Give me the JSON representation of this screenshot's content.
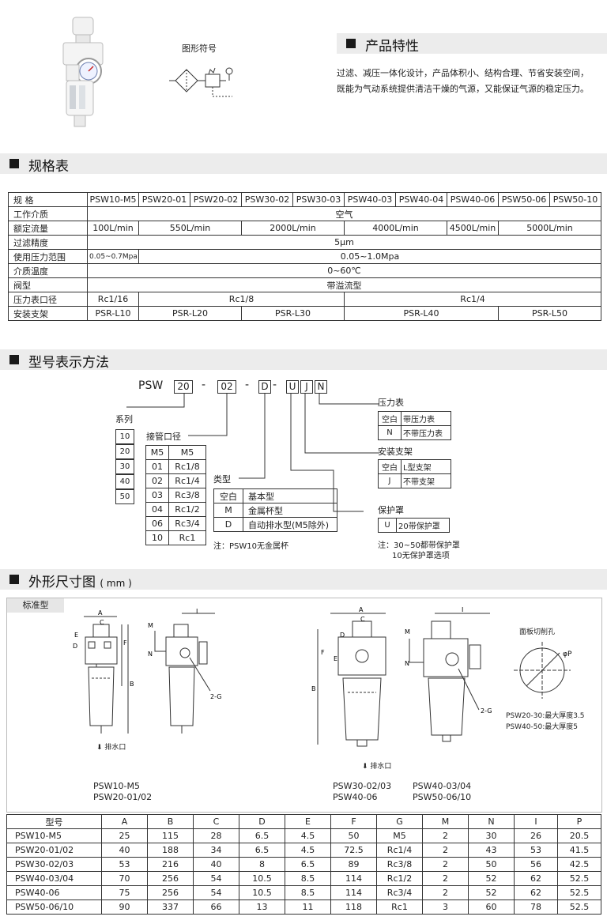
{
  "header": {
    "symbol_caption": "图形符号",
    "features_title": "产品特性",
    "features_text_1": "过滤、减压一体化设计，产品体积小、结构合理、节省安装空间，",
    "features_text_2": "既能为气动系统提供清洁干燥的气源，又能保证气源的稳定压力。"
  },
  "spec": {
    "title": "规格表",
    "corner": "规 格",
    "models": [
      "PSW10-M5",
      "PSW20-01",
      "PSW20-02",
      "PSW30-02",
      "PSW30-03",
      "PSW40-03",
      "PSW40-04",
      "PSW40-06",
      "PSW50-06",
      "PSW50-10"
    ],
    "rows": {
      "medium_label": "工作介质",
      "medium": "空气",
      "flow_label": "额定流量",
      "flow": [
        "100L/min",
        "550L/min",
        "2000L/min",
        "4000L/min",
        "4500L/min",
        "5000L/min"
      ],
      "filter_label": "过滤精度",
      "filter": "5μm",
      "pressure_label": "使用压力范围",
      "pressure_m5": "0.05~0.7Mpa",
      "pressure": "0.05~1.0Mpa",
      "temp_label": "介质温度",
      "temp": "0~60℃",
      "valve_label": "阀型",
      "valve": "带溢流型",
      "gauge_label": "压力表口径",
      "gauge": [
        "Rc1/16",
        "Rc1/8",
        "Rc1/4"
      ],
      "bracket_label": "安装支架",
      "bracket": [
        "PSR-L10",
        "PSR-L20",
        "PSR-L30",
        "PSR-L40",
        "PSR-L50"
      ]
    }
  },
  "model": {
    "title": "型号表示方法",
    "code": {
      "prefix": "PSW",
      "series": "20",
      "port": "02",
      "type": "D",
      "cover": "U",
      "bracket": "J",
      "gauge": "N",
      "dash": "-"
    },
    "series_label": "系列",
    "series_values": [
      "10",
      "20",
      "30",
      "40",
      "50"
    ],
    "port_label": "接管口径",
    "ports": [
      [
        "M5",
        "M5"
      ],
      [
        "01",
        "Rc1/8"
      ],
      [
        "02",
        "Rc1/4"
      ],
      [
        "03",
        "Rc3/8"
      ],
      [
        "04",
        "Rc1/2"
      ],
      [
        "06",
        "Rc3/4"
      ],
      [
        "10",
        "Rc1"
      ]
    ],
    "type_label": "类型",
    "types": [
      [
        "空白",
        "基本型"
      ],
      [
        "M",
        "金属杯型"
      ],
      [
        "D",
        "自动排水型(M5除外)"
      ]
    ],
    "type_note": "注：PSW10无金属杯",
    "gauge_label": "压力表",
    "gauges": [
      [
        "空白",
        "带压力表"
      ],
      [
        "N",
        "不带压力表"
      ]
    ],
    "bracket_label": "安装支架",
    "brackets": [
      [
        "空白",
        "L型支架"
      ],
      [
        "J",
        "不带支架"
      ]
    ],
    "cover_label": "保护罩",
    "covers": [
      [
        "U",
        "20带保护罩"
      ]
    ],
    "cover_note_1": "注：30~50都带保护罩",
    "cover_note_2": "10无保护罩选项"
  },
  "dims": {
    "title": "外形尺寸图",
    "unit": "( mm )",
    "std_label": "标准型",
    "drain": "排水口",
    "panel_cut": "面板切削孔",
    "thick_1": "PSW20-30:最大厚度3.5",
    "thick_2": "PSW40-50:最大厚度5",
    "label_small_1": "PSW10-M5",
    "label_small_2": "PSW20-01/02",
    "label_mid_1": "PSW30-02/03",
    "label_mid_2": "PSW40-06",
    "label_big_1": "PSW40-03/04",
    "label_big_2": "PSW50-06/10",
    "letters": {
      "A": "A",
      "B": "B",
      "C": "C",
      "D": "D",
      "E": "E",
      "F": "F",
      "M": "M",
      "N": "N",
      "I": "I",
      "G": "2-G",
      "P": "P"
    },
    "header": [
      "型号",
      "A",
      "B",
      "C",
      "D",
      "E",
      "F",
      "G",
      "M",
      "N",
      "I",
      "P"
    ],
    "rows": [
      [
        "PSW10-M5",
        "25",
        "115",
        "28",
        "6.5",
        "4.5",
        "50",
        "M5",
        "2",
        "30",
        "26",
        "20.5"
      ],
      [
        "PSW20-01/02",
        "40",
        "188",
        "34",
        "6.5",
        "4.5",
        "72.5",
        "Rc1/4",
        "2",
        "43",
        "53",
        "41.5"
      ],
      [
        "PSW30-02/03",
        "53",
        "216",
        "40",
        "8",
        "6.5",
        "89",
        "Rc3/8",
        "2",
        "50",
        "56",
        "42.5"
      ],
      [
        "PSW40-03/04",
        "70",
        "256",
        "54",
        "10.5",
        "8.5",
        "114",
        "Rc1/2",
        "2",
        "52",
        "62",
        "52.5"
      ],
      [
        "PSW40-06",
        "75",
        "256",
        "54",
        "10.5",
        "8.5",
        "114",
        "Rc3/4",
        "2",
        "52",
        "62",
        "52.5"
      ],
      [
        "PSW50-06/10",
        "90",
        "337",
        "66",
        "13",
        "11",
        "118",
        "Rc1",
        "3",
        "60",
        "78",
        "52.5"
      ]
    ]
  }
}
